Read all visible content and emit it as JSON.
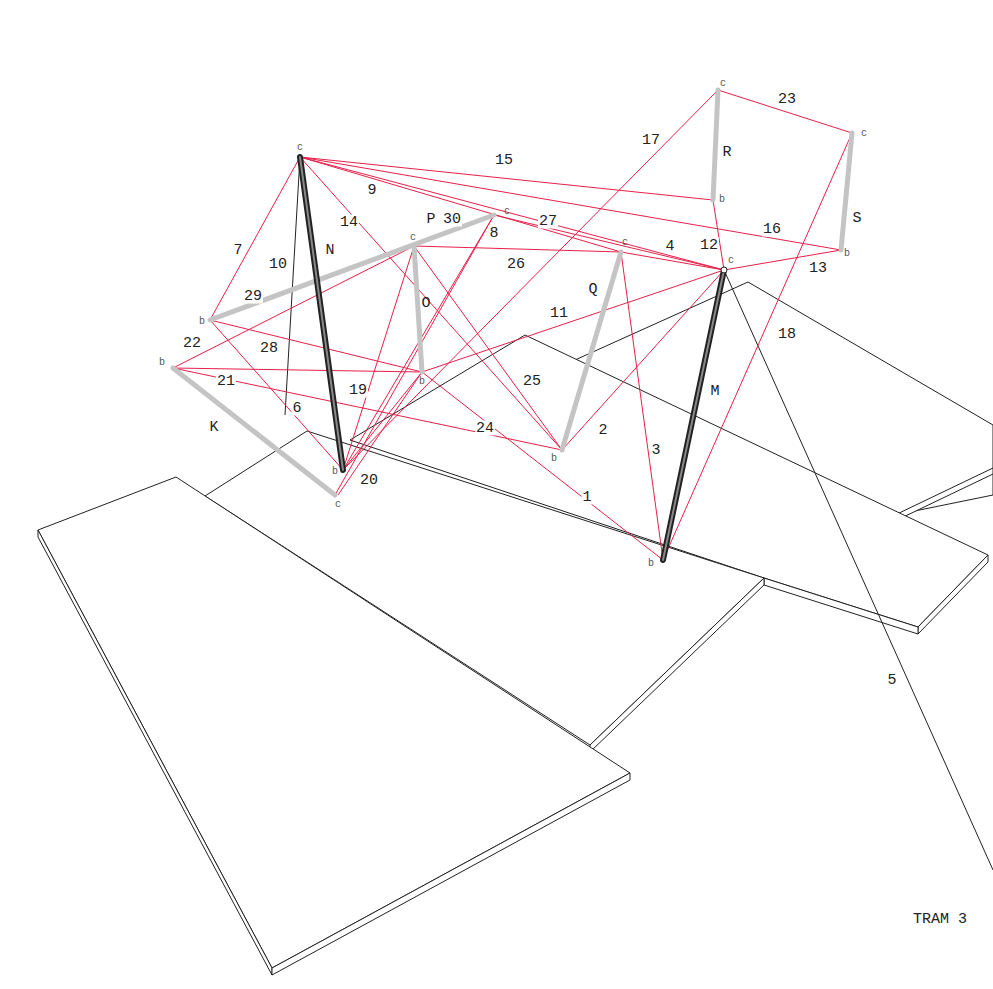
{
  "diagram": {
    "labels": [
      "1",
      "2",
      "3",
      "4",
      "5",
      "6",
      "7",
      "8",
      "9",
      "10",
      "11",
      "12",
      "13",
      "14",
      "15",
      "16",
      "17",
      "18",
      "19",
      "20",
      "21",
      "22",
      "23",
      "24",
      "25",
      "26",
      "27",
      "28",
      "29",
      "30",
      "K",
      "N",
      "P",
      "O",
      "Q",
      "R",
      "S",
      "M",
      "c",
      "c",
      "c",
      "c",
      "c",
      "c",
      "c",
      "b",
      "b",
      "b",
      "b",
      "c",
      "b",
      "b",
      "b",
      "b",
      "TRAM 3"
    ]
  }
}
